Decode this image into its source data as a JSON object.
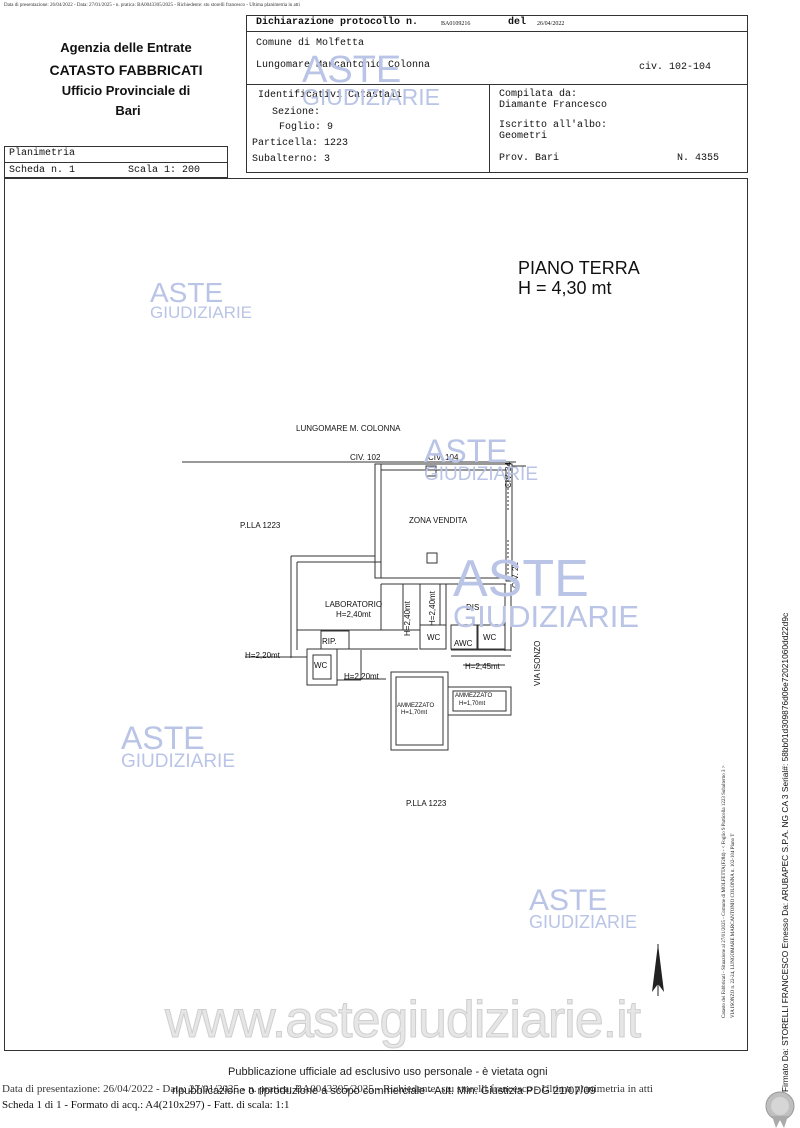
{
  "top_strip": "Data di presentazione: 26/04/2022 - Data: 27/01/2025 - n. pratica: BA0043305/2025 - Richiedente: stu storelli francesco - Ultima planimetria in atti",
  "agency": {
    "line1": "Agenzia delle Entrate",
    "line2": "CATASTO FABBRICATI",
    "line3": "Ufficio Provinciale di",
    "line4": "Bari"
  },
  "declaration": {
    "label": "Dichiarazione protocollo n.",
    "number": "BA0109216",
    "del_label": "del",
    "date": "26/04/2022"
  },
  "comune": "Comune di Molfetta",
  "address": "Lungomare Marcantonio Colonna",
  "civ": "civ. 102-104",
  "identificativi": {
    "title": "Identificativi Catastali:",
    "sezione": "Sezione:",
    "foglio": "Foglio: 9",
    "particella": "Particella: 1223",
    "subalterno": "Subalterno: 3"
  },
  "compilata": {
    "title": "Compilata da:",
    "name": "Diamante Francesco",
    "iscritto": "Iscritto all'albo:",
    "albo": "Geometri",
    "prov": "Prov. Bari",
    "number": "N. 4355"
  },
  "planimetria": {
    "title": "Planimetria",
    "scheda": "Scheda n. 1",
    "scala": "Scala 1: 200"
  },
  "plan": {
    "floor": "PIANO TERRA",
    "height": "H = 4,30 mt",
    "street": "LUNGOMARE M. COLONNA",
    "civ102": "CIV. 102",
    "civ104": "CIV. 104",
    "civ24": "CIV. 24",
    "civ22": "CIV. 22",
    "plla_top": "P.LLA 1223",
    "plla_bottom": "P.LLA 1223",
    "zona": "ZONA VENDITA",
    "lab": "LABORATORIO",
    "lab_h": "H=2,40mt",
    "h240a": "H=2,40mt",
    "h240b": "H=2,40mt",
    "dis": "DIS.",
    "wc1": "WC",
    "wc2": "WC",
    "wc3": "WC",
    "awc": "AWC",
    "rip": "RIP.",
    "h220a": "H=2,20mt",
    "h220b": "H=2,20mt",
    "h245": "H=2,45mt",
    "via": "VIA ISONZO",
    "amm1": "AMMEZZATO",
    "amm1_h": "H=1,70mt",
    "amm2": "AMMEZZATO",
    "amm2_h": "H=1,70mt"
  },
  "watermark": {
    "aste": "ASTE",
    "giudiziarie": "GIUDIZIARIE",
    "site": "www.astegiudiziarie.it"
  },
  "side_text_1": "Catasto dei Fabbricati - Situazione al 27/01/2025 - Comune di MOLFETTA(F284) - < Foglio 9 Particella 1223 Subalterno 3 >",
  "side_text_2": "VIA ISONZO n. 22-24, LUNGOMARE MARCANTONIO COLONNA n. 102-104 Piano T",
  "side_signature": "Firmato Da: STORELLI FRANCESCO Emesso Da: ARUBAPEC S.P.A. NG CA 3 Serial#: 58bb01d309876d06e72021060dd22d9c",
  "footer": {
    "notice1": "Pubblicazione ufficiale ad esclusivo uso personale - è vietata ogni",
    "notice2": "ripubblicazione o riproduzione a scopo commerciale - Aut. Min. Giustizia PDG 21/07/09",
    "line1": "Data di presentazione: 26/04/2022 - Data: 27/01/2025 - n. pratica: BA0043305/2025 - Richiedente: stu storelli francesco - Ultima planimetria in atti",
    "line2": "Scheda 1 di 1 - Formato di acq.: A4(210x297) - Fatt. di scala: 1:1"
  }
}
